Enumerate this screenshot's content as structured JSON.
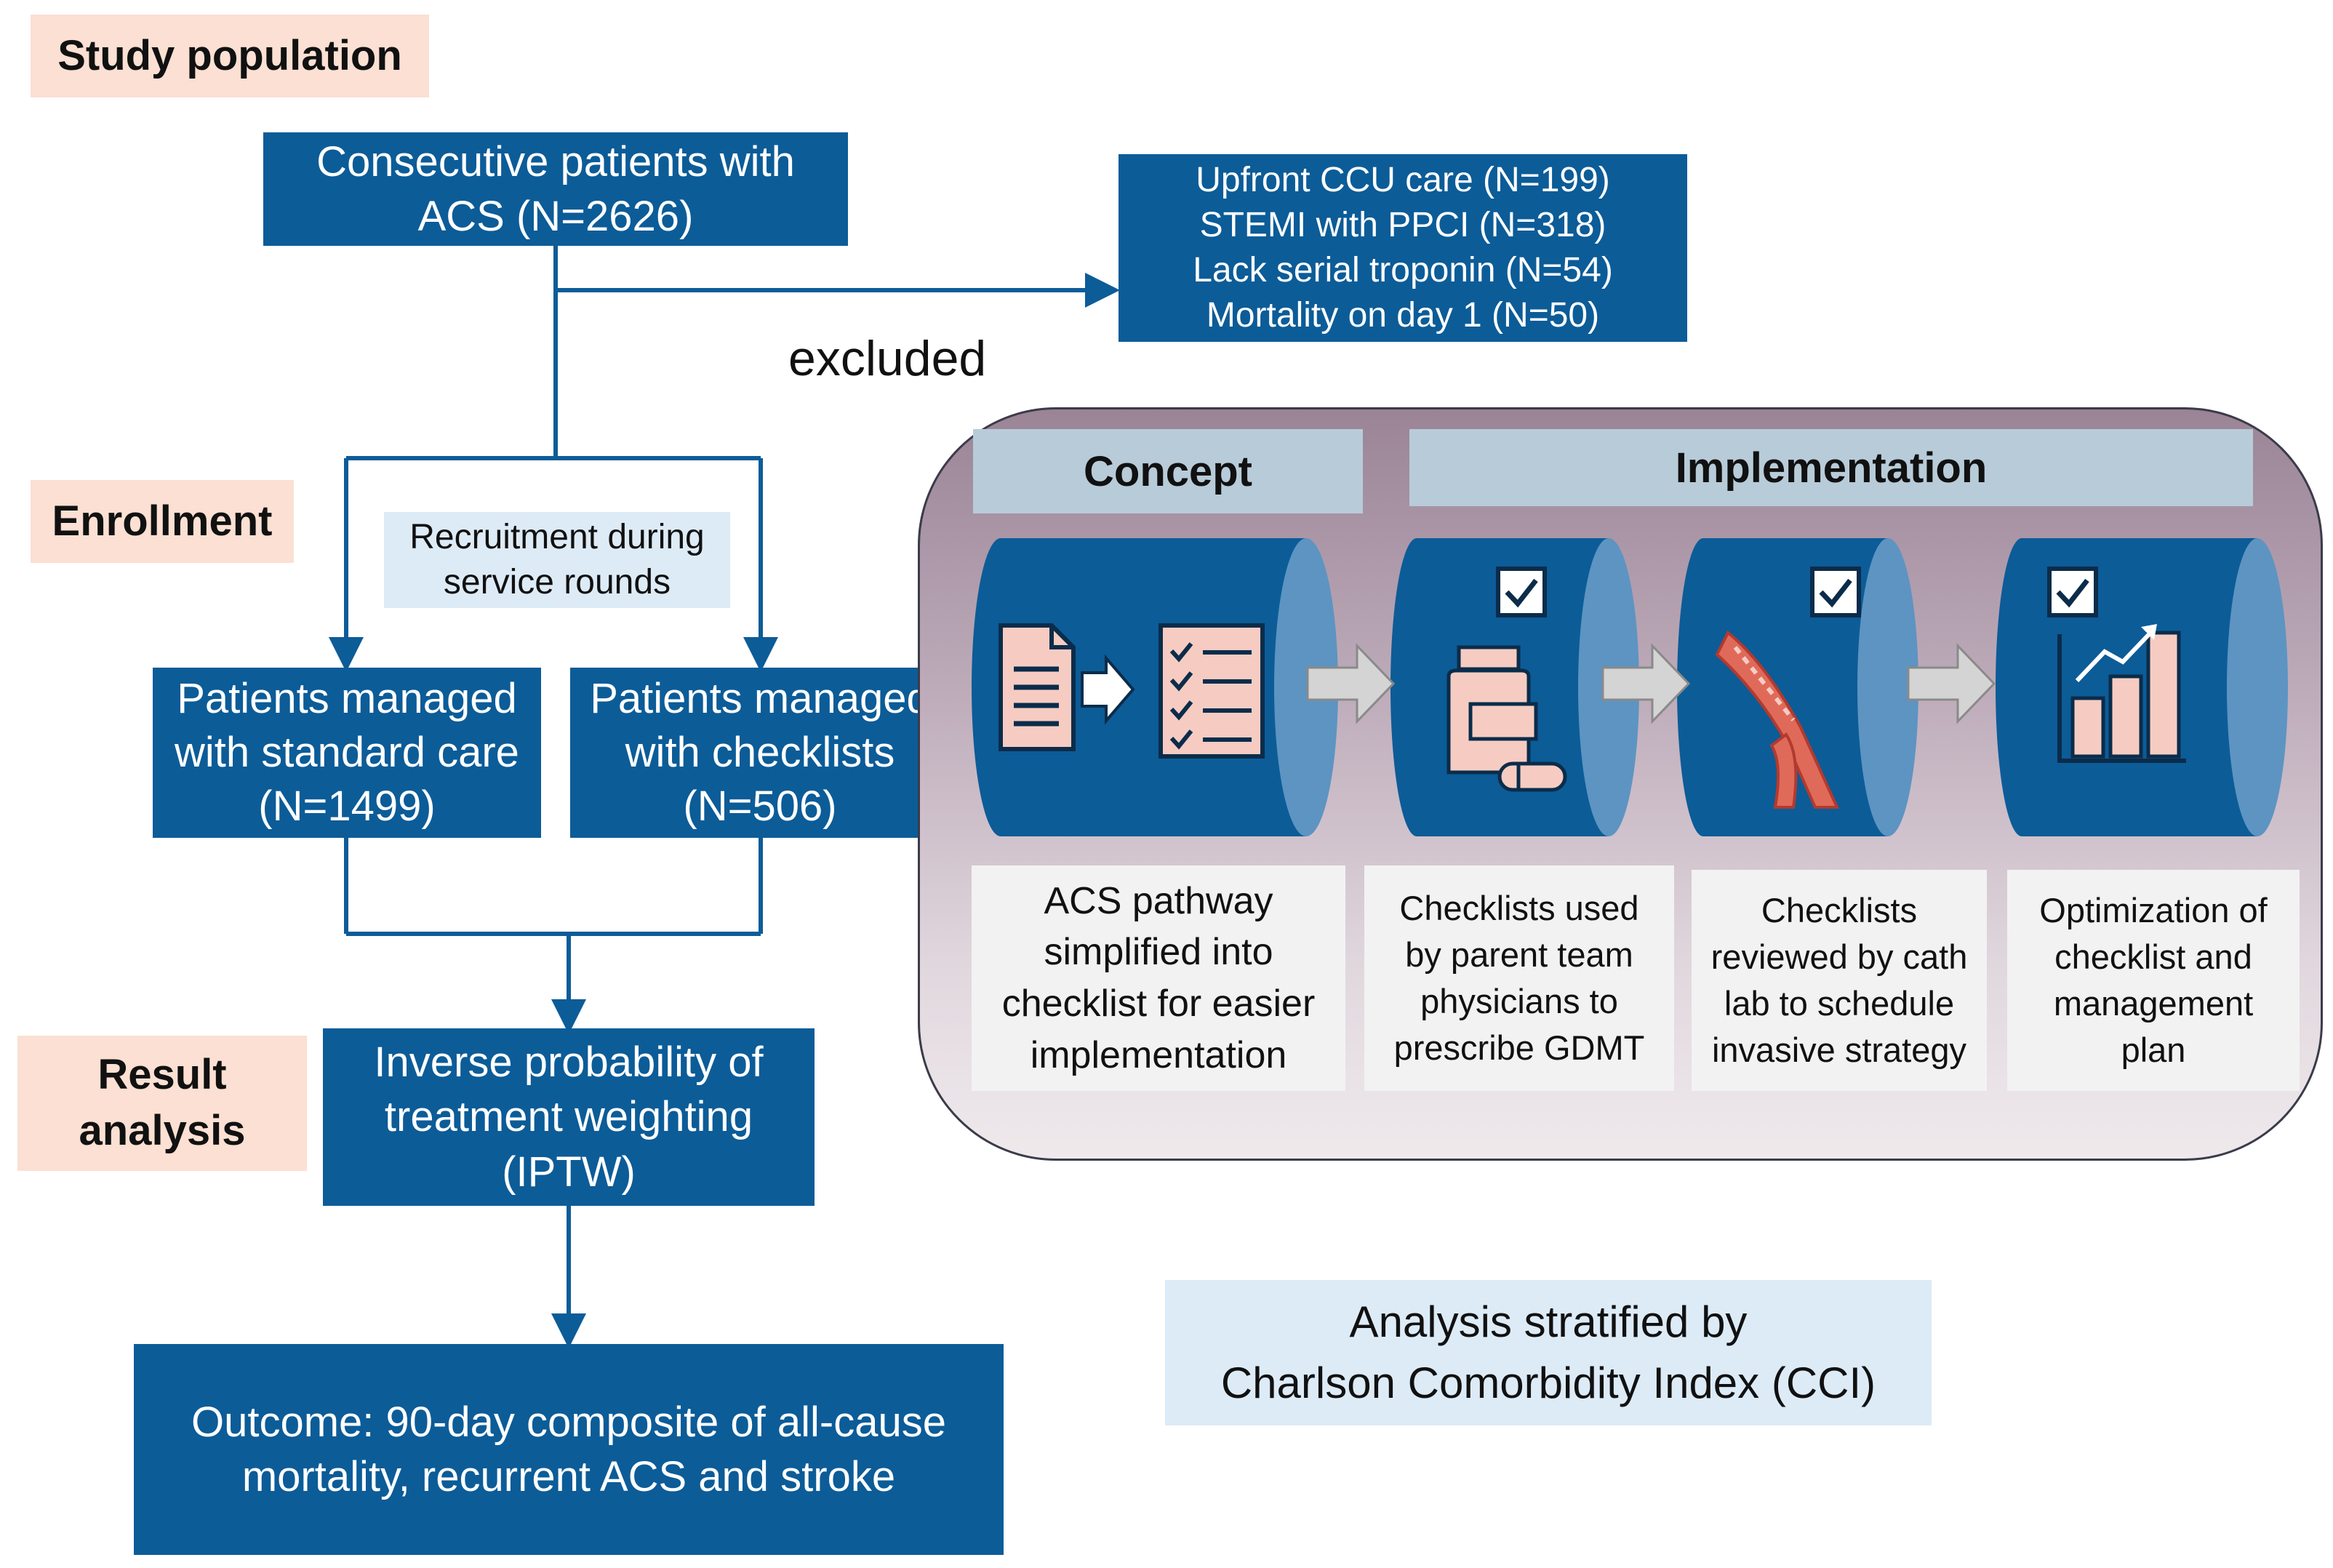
{
  "stages": {
    "study_population": "Study population",
    "enrollment": "Enrollment",
    "result_analysis_line1": "Result",
    "result_analysis_line2": "analysis"
  },
  "flow": {
    "consecutive_line1": "Consecutive patients with",
    "consecutive_line2": "ACS (N=2626)",
    "exclusions": [
      "Upfront CCU care (N=199)",
      "STEMI with PPCI (N=318)",
      "Lack serial troponin  (N=54)",
      "Mortality on day 1 (N=50)"
    ],
    "excluded_label": "excluded",
    "recruitment_line1": "Recruitment during",
    "recruitment_line2": "service rounds",
    "standard_care": [
      "Patients managed",
      "with standard care",
      "(N=1499)"
    ],
    "checklists_group": [
      "Patients managed",
      "with checklists",
      "(N=506)"
    ],
    "iptw": [
      "Inverse probability of",
      "treatment weighting",
      "(IPTW)"
    ],
    "outcome": [
      "Outcome: 90-day composite of all-cause",
      "mortality, recurrent ACS and stroke"
    ]
  },
  "panel": {
    "concept_header": "Concept",
    "implementation_header": "Implementation",
    "steps": [
      {
        "icon": "document-to-checklist-icon",
        "lines": [
          "ACS pathway",
          "simplified into",
          "checklist for easier",
          "implementation"
        ]
      },
      {
        "icon": "medication-bottle-icon",
        "lines": [
          "Checklists used",
          "by parent team",
          "physicians to",
          "prescribe GDMT"
        ]
      },
      {
        "icon": "coronary-artery-icon",
        "lines": [
          "Checklists",
          "reviewed by cath",
          "lab to schedule",
          "invasive strategy"
        ]
      },
      {
        "icon": "bar-chart-growth-icon",
        "lines": [
          "Optimization of",
          "checklist and",
          "management",
          "plan"
        ]
      }
    ]
  },
  "stratified": [
    "Analysis stratified by",
    "Charlson Comorbidity Index (CCI)"
  ],
  "colors": {
    "box_blue": "#0c5c98",
    "stage_peach": "#fbe0d3",
    "note_lightblue": "#ddebf7",
    "header_grayblue": "#b8cbd9",
    "connector": "#0c5c98"
  }
}
